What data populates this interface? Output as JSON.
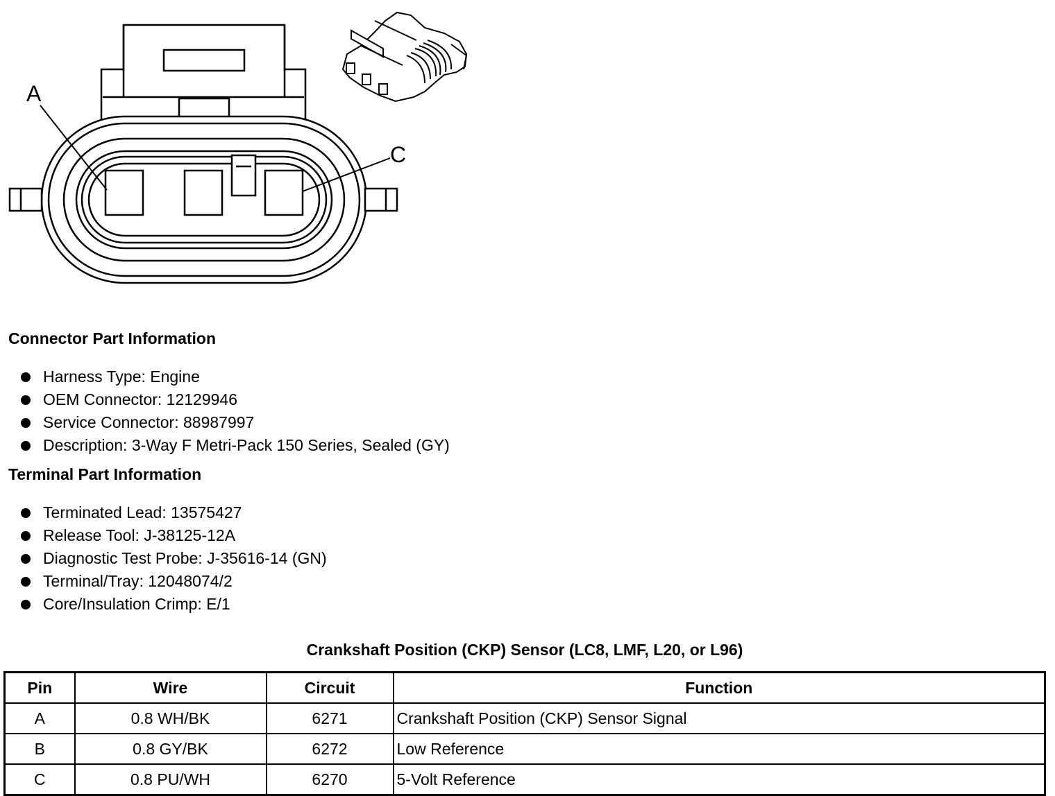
{
  "diagram": {
    "pin_labels": [
      "A",
      "C"
    ]
  },
  "connector_info": {
    "title": "Connector Part Information",
    "items": [
      "Harness Type: Engine",
      "OEM Connector: 12129946",
      "Service Connector: 88987997",
      "Description: 3-Way F Metri-Pack 150 Series, Sealed (GY)"
    ]
  },
  "terminal_info": {
    "title": "Terminal Part Information",
    "items": [
      "Terminated Lead: 13575427",
      "Release Tool: J-38125-12A",
      "Diagnostic Test Probe: J-35616-14 (GN)",
      "Terminal/Tray: 12048074/2",
      "Core/Insulation Crimp: E/1"
    ]
  },
  "pin_table": {
    "title": "Crankshaft Position (CKP) Sensor (LC8, LMF, L20, or L96)",
    "headers": [
      "Pin",
      "Wire",
      "Circuit",
      "Function"
    ],
    "rows": [
      [
        "A",
        "0.8 WH/BK",
        "6271",
        "Crankshaft Position (CKP) Sensor Signal"
      ],
      [
        "B",
        "0.8 GY/BK",
        "6272",
        "Low Reference"
      ],
      [
        "C",
        "0.8 PU/WH",
        "6270",
        "5-Volt Reference"
      ]
    ]
  }
}
